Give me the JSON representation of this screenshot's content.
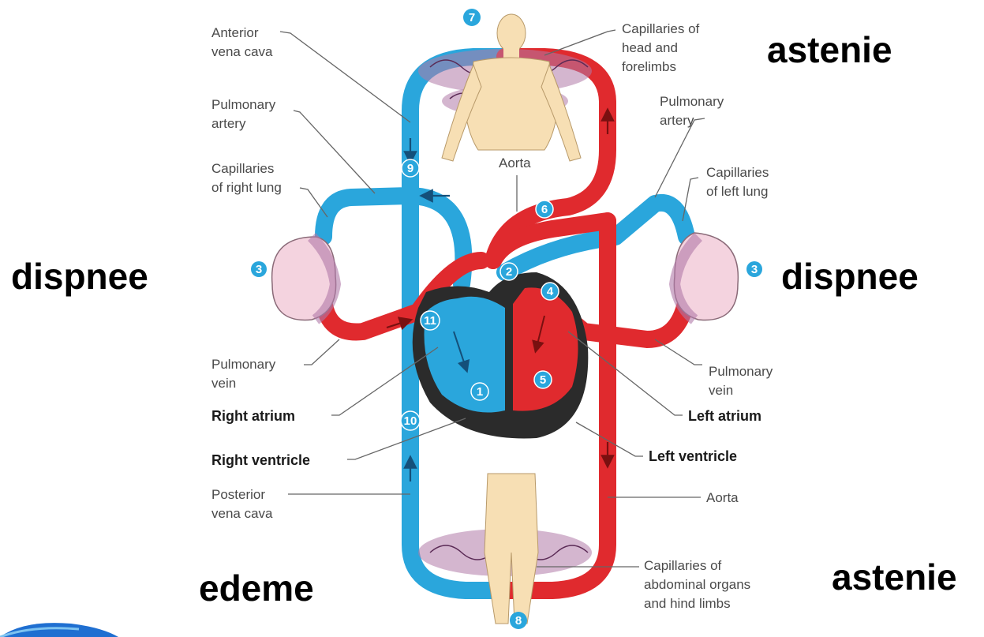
{
  "symptoms": {
    "top_right": "astenie",
    "left": "dispnee",
    "right": "dispnee",
    "bottom_left": "edeme",
    "bottom_right": "astenie"
  },
  "labels": {
    "anterior_vena_cava": [
      "Anterior",
      "vena cava"
    ],
    "capillaries_head": [
      "Capillaries of",
      "head and",
      "forelimbs"
    ],
    "pulmonary_artery_left": [
      "Pulmonary",
      "artery"
    ],
    "pulmonary_artery_right": [
      "Pulmonary",
      "artery"
    ],
    "capillaries_right_lung": [
      "Capillaries",
      "of right lung"
    ],
    "capillaries_left_lung": [
      "Capillaries",
      "of left lung"
    ],
    "aorta_top": "Aorta",
    "pulmonary_vein_left": [
      "Pulmonary",
      "vein"
    ],
    "pulmonary_vein_right": [
      "Pulmonary",
      "vein"
    ],
    "right_atrium": "Right atrium",
    "left_atrium": "Left atrium",
    "right_ventricle": "Right ventricle",
    "left_ventricle": "Left ventricle",
    "posterior_vena_cava": [
      "Posterior",
      "vena cava"
    ],
    "aorta_bottom": "Aorta",
    "capillaries_abdominal": [
      "Capillaries of",
      "abdominal organs",
      "and hind limbs"
    ]
  },
  "markers": [
    "7",
    "9",
    "6",
    "3",
    "3",
    "2",
    "4",
    "11",
    "5",
    "1",
    "10",
    "8"
  ],
  "colors": {
    "deoxygenated": "#2aa6dc",
    "oxygenated": "#e02a2e",
    "body": "#f7dfb4",
    "lung": "#f4d3df",
    "heart_wall": "#2b2b2b",
    "marker": "#2aa6dc"
  }
}
